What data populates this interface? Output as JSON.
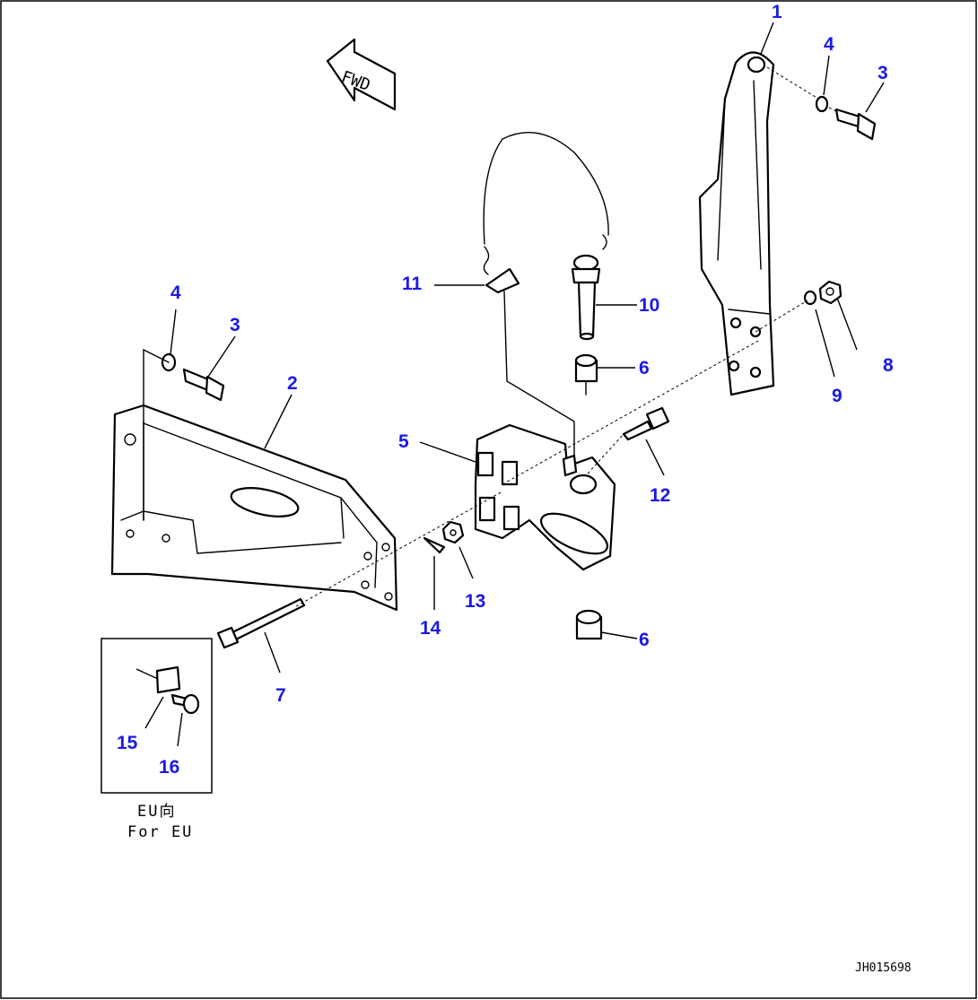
{
  "fwd_label": "FWD",
  "drawing_number": "JH015698",
  "inset": {
    "line1": "EU向",
    "line2": "For EU"
  },
  "callouts": {
    "c1": "1",
    "c4a": "4",
    "c3a": "3",
    "c4b": "4",
    "c3b": "3",
    "c2": "2",
    "c11": "11",
    "c10": "10",
    "c6a": "6",
    "c8": "8",
    "c9": "9",
    "c5": "5",
    "c12": "12",
    "c13": "13",
    "c14": "14",
    "c6b": "6",
    "c7": "7",
    "c15": "15",
    "c16": "16"
  },
  "colors": {
    "callout": "#1a1ae6",
    "line": "#000000"
  }
}
